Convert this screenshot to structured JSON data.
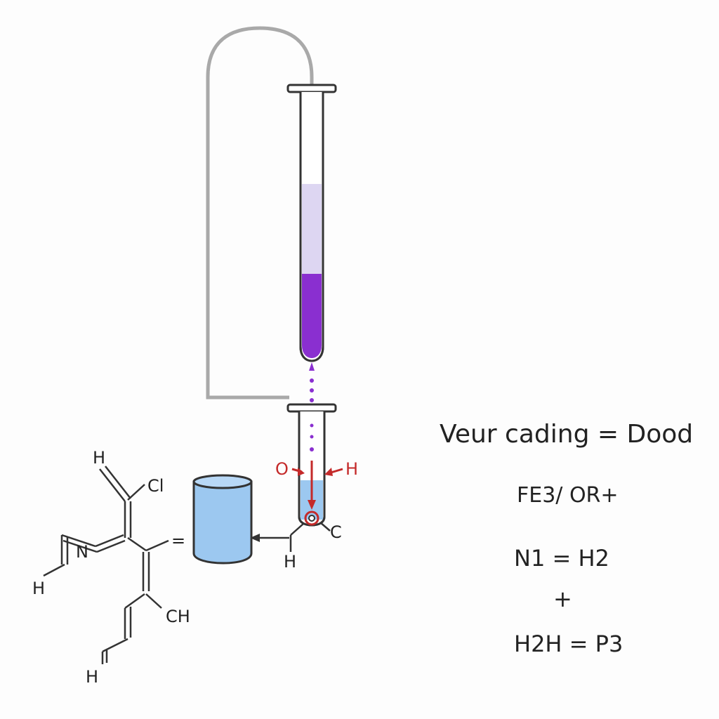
{
  "colors": {
    "tube_outline": "#222222",
    "liquid_light": "#ddd6f2",
    "liquid_dark": "#8a2fd0",
    "water_blue": "#9cc8f0",
    "red_arrows": "#c42a2a",
    "hose": "#a9a9a9"
  },
  "labels": {
    "o": "O",
    "h_red": "H",
    "c": "C",
    "h_under": "H",
    "cl": "Cl",
    "n": "N",
    "h_top": "H",
    "h_left": "H",
    "ch": "CH",
    "h_bottom": "H",
    "double_bond": "="
  },
  "equations": {
    "title": "Veur cading = Dood",
    "line1": "FE3/ OR+",
    "line2": "N1 = H2",
    "line3": "+",
    "line4": "H2H = P3"
  },
  "icons": [
    "test-tube-icon",
    "beaker-icon",
    "molecule-icon",
    "hose-icon"
  ]
}
